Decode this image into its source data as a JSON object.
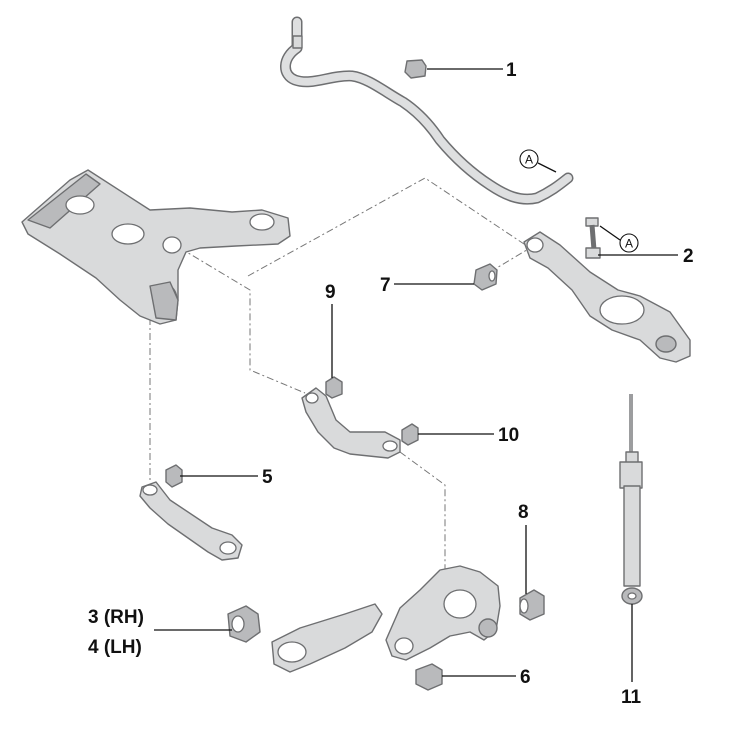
{
  "callouts": {
    "c1": "1",
    "c2": "2",
    "c3": "3 (RH)",
    "c4": "4 (LH)",
    "c5": "5",
    "c6": "6",
    "c7": "7",
    "c8": "8",
    "c9": "9",
    "c10": "10",
    "c11": "11"
  },
  "reference_markers": {
    "a1": "A",
    "a2": "A"
  }
}
